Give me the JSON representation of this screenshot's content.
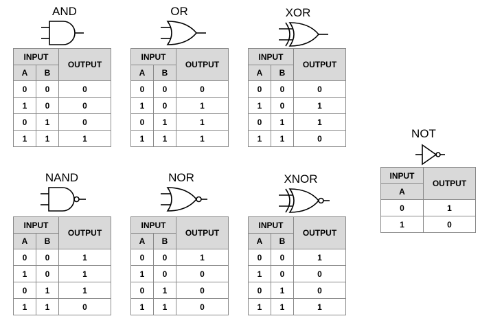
{
  "input_header": "INPUT",
  "output_header": "OUTPUT",
  "col_a": "A",
  "col_b": "B",
  "gates": [
    {
      "key": "and",
      "name": "AND",
      "rows": [
        [
          "0",
          "0",
          "0"
        ],
        [
          "1",
          "0",
          "0"
        ],
        [
          "0",
          "1",
          "0"
        ],
        [
          "1",
          "1",
          "1"
        ]
      ]
    },
    {
      "key": "or",
      "name": "OR",
      "rows": [
        [
          "0",
          "0",
          "0"
        ],
        [
          "1",
          "0",
          "1"
        ],
        [
          "0",
          "1",
          "1"
        ],
        [
          "1",
          "1",
          "1"
        ]
      ]
    },
    {
      "key": "xor",
      "name": "XOR",
      "rows": [
        [
          "0",
          "0",
          "0"
        ],
        [
          "1",
          "0",
          "1"
        ],
        [
          "0",
          "1",
          "1"
        ],
        [
          "1",
          "1",
          "0"
        ]
      ]
    },
    {
      "key": "nand",
      "name": "NAND",
      "rows": [
        [
          "0",
          "0",
          "1"
        ],
        [
          "1",
          "0",
          "1"
        ],
        [
          "0",
          "1",
          "1"
        ],
        [
          "1",
          "1",
          "0"
        ]
      ]
    },
    {
      "key": "nor",
      "name": "NOR",
      "rows": [
        [
          "0",
          "0",
          "1"
        ],
        [
          "1",
          "0",
          "0"
        ],
        [
          "0",
          "1",
          "0"
        ],
        [
          "1",
          "1",
          "0"
        ]
      ]
    },
    {
      "key": "xnor",
      "name": "XNOR",
      "rows": [
        [
          "0",
          "0",
          "1"
        ],
        [
          "1",
          "0",
          "0"
        ],
        [
          "0",
          "1",
          "0"
        ],
        [
          "1",
          "1",
          "1"
        ]
      ]
    }
  ],
  "not_gate": {
    "key": "not",
    "name": "NOT",
    "rows": [
      [
        "0",
        "1"
      ],
      [
        "1",
        "0"
      ]
    ]
  }
}
